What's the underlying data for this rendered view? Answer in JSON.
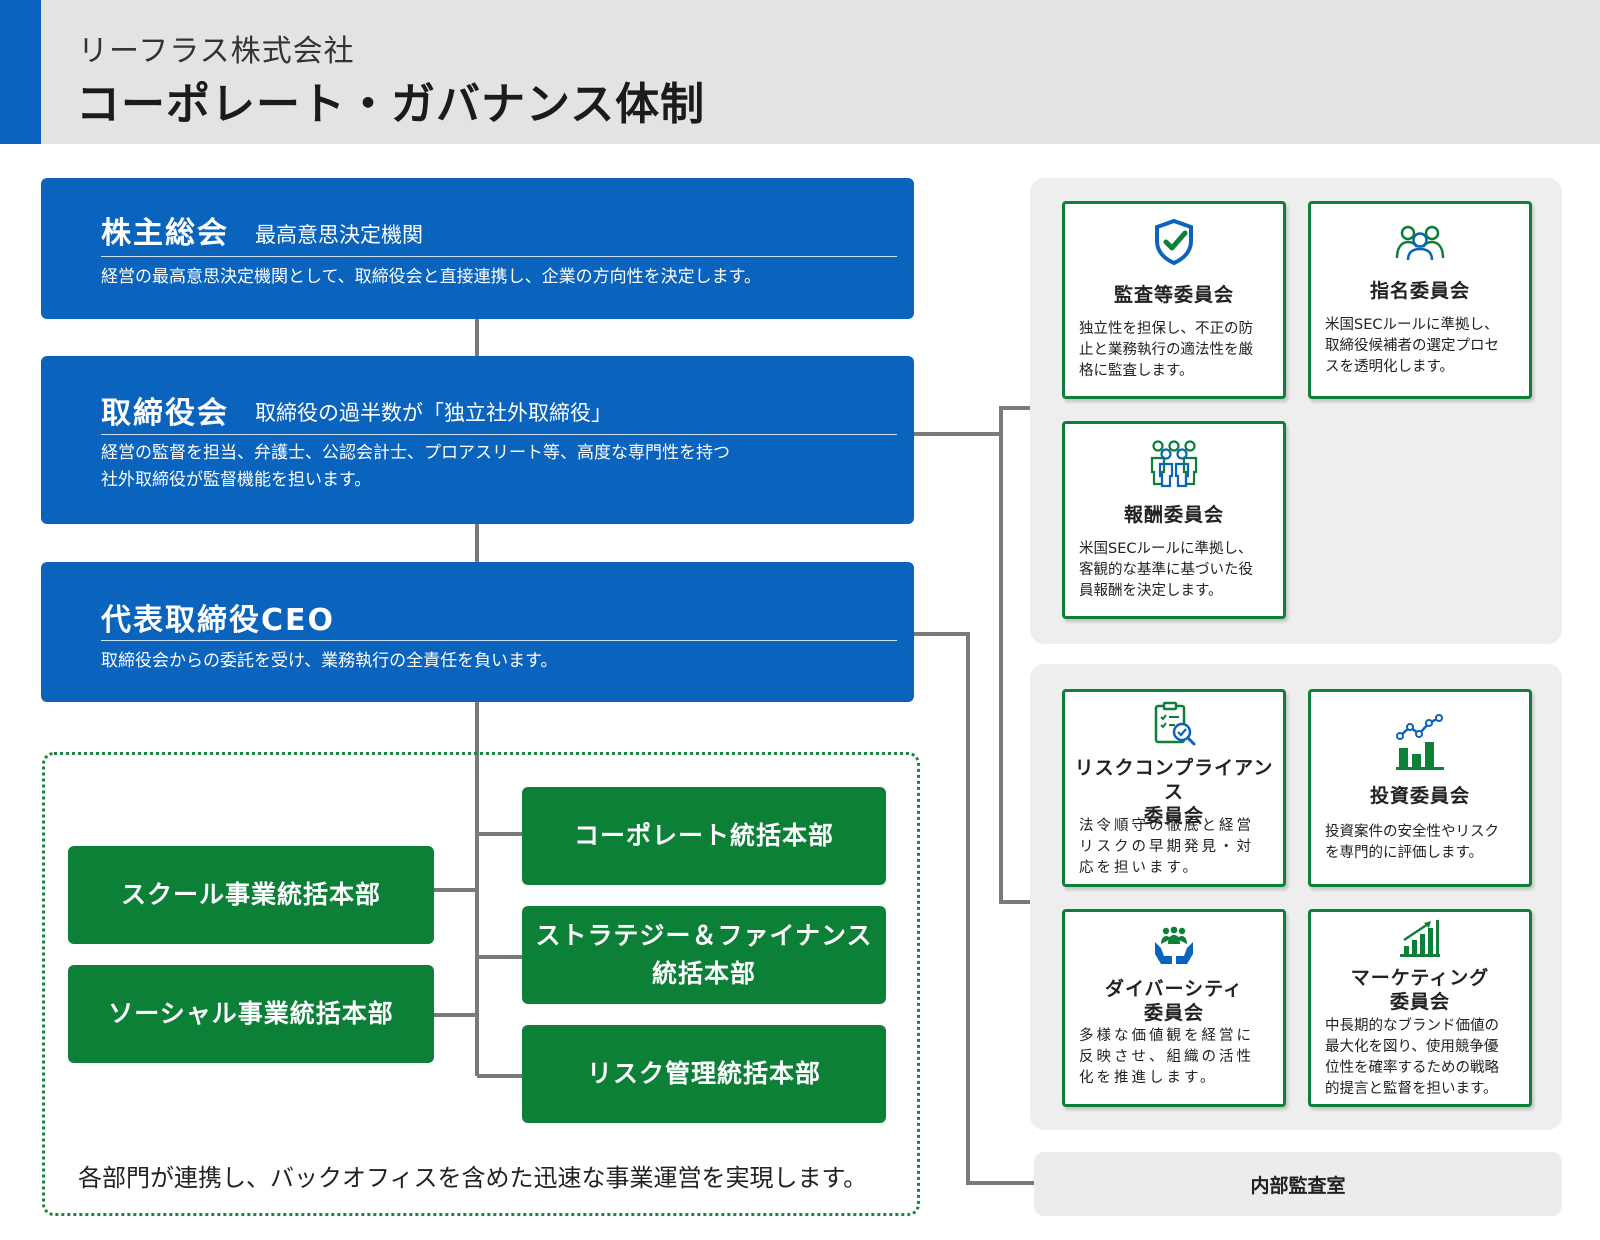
{
  "header": {
    "company": "リーフラス株式会社",
    "title": "コーポレート・ガバナンス体制"
  },
  "shareholders": {
    "title": "株主総会",
    "subtitle": "最高意思決定機関",
    "description": "経営の最高意思決定機関として、取締役会と直接連携し、企業の方向性を決定します。"
  },
  "board": {
    "title": "取締役会",
    "subtitle": "取締役の過半数が「独立社外取締役」",
    "description_lines": [
      "経営の監督を担当、弁護士、公認会計士、プロアスリート等、高度な専門性を持つ",
      "社外取締役が監督機能を担います。"
    ]
  },
  "ceo": {
    "title": "代表取締役CEO",
    "description": "取締役会からの委託を受け、業務執行の全責任を負います。"
  },
  "departments": {
    "left": [
      "スクール事業統括本部",
      "ソーシャル事業統括本部"
    ],
    "right": [
      {
        "lines": [
          "コーポレート統括本部"
        ]
      },
      {
        "lines": [
          "ストラテジー＆ファイナンス",
          "統括本部"
        ]
      },
      {
        "lines": [
          "リスク管理統括本部"
        ]
      }
    ],
    "note": "各部門が連携し、バックオフィスを含めた迅速な事業運営を実現します。"
  },
  "board_committees": [
    {
      "icon": "shield-check-icon",
      "title_lines": [
        "監査等委員会"
      ],
      "desc_lines": [
        "独立性を担保し、不正の防",
        "止と業務執行の適法性を厳",
        "格に監査します。"
      ]
    },
    {
      "icon": "people-group-icon",
      "title_lines": [
        "指名委員会"
      ],
      "desc_lines": [
        "米国SECルールに準拠し、",
        "取締役候補者の選定プロセ",
        "スを透明化します。"
      ]
    },
    {
      "icon": "team-icon",
      "title_lines": [
        "報酬委員会"
      ],
      "desc_lines": [
        "米国SECルールに準拠し、",
        "客観的な基準に基づいた役",
        "員報酬を決定します。"
      ]
    }
  ],
  "exec_committees": [
    {
      "icon": "clipboard-check-icon",
      "title_lines": [
        "リスクコンプライアンス",
        "委員会"
      ],
      "desc_lines": [
        "法令順守の徹底と経営",
        "リスクの早期発見・対",
        "応を担います。"
      ]
    },
    {
      "icon": "growth-chart-icon",
      "title_lines": [
        "投資委員会"
      ],
      "desc_lines": [
        "投資案件の安全性やリスク",
        "を専門的に評価します。"
      ]
    },
    {
      "icon": "diversity-hands-icon",
      "title_lines": [
        "ダイバーシティ",
        "委員会"
      ],
      "desc_lines": [
        "多様な価値観を経営に",
        "反映させ、組織の活性",
        "化を推進します。"
      ]
    },
    {
      "icon": "bar-chart-icon",
      "title_lines": [
        "マーケティング",
        "委員会"
      ],
      "desc_lines": [
        "中長期的なブランド価値の",
        "最大化を図り、使用競争優",
        "位性を確率するための戦略",
        "的提言と監督を担います。"
      ]
    }
  ],
  "internal_audit": "内部監査室",
  "colors": {
    "primary_blue": "#0a63bd",
    "green": "#0d8038",
    "header_bg": "#e3e3e3",
    "panel_bg": "#eeeeee",
    "connector": "#7a7a7a"
  }
}
